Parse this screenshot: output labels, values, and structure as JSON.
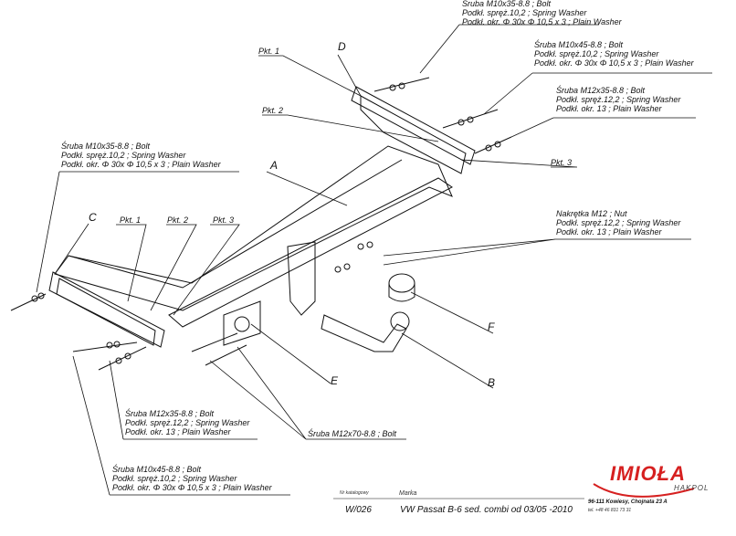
{
  "callouts": {
    "top1": [
      "Śruba M10x35-8.8 ;  Bolt",
      "Podkł. spręż.10,2 ; Spring Washer",
      "Podkł. okr. Φ 30x Φ 10,5 x 3 ; Plain Washer"
    ],
    "top2": [
      "Śruba M10x45-8.8 ;  Bolt",
      "Podkł. spręż.10,2 ; Spring Washer",
      "Podkł. okr. Φ 30x Φ 10,5 x 3 ; Plain Washer"
    ],
    "top3": [
      "Śruba M12x35-8.8 ;  Bolt",
      "Podkł. spręż.12,2 ; Spring Washer",
      "Podkł. okr. 13 ; Plain Washer"
    ],
    "left": [
      "Śruba M10x35-8.8 ;  Bolt",
      "Podkł. spręż.10,2 ; Spring Washer",
      "Podkł. okr. Φ 30x Φ 10,5 x 3 ; Plain Washer"
    ],
    "nut": [
      "Nakrętka  M12 ; Nut",
      "Podkł. spręż.12,2 ; Spring Washer",
      "Podkł. okr. 13 ; Plain Washer"
    ],
    "bottom1": [
      "Śruba M12x35-8.8 ;  Bolt",
      "Podkł. spręż.12,2 ; Spring Washer",
      "Podkł. okr. 13 ; Plain Washer"
    ],
    "bottom2": [
      "Śruba M10x45-8.8 ;  Bolt",
      "Podkł. spręż.10,2 ; Spring Washer",
      "Podkł. okr. Φ 30x Φ 10,5 x 3 ; Plain Washer"
    ],
    "long_bolt": "Śruba M12x70-8.8 ;  Bolt"
  },
  "points": {
    "pkt1_top": "Pkt. 1",
    "pkt2_top": "Pkt. 2",
    "pkt3_right": "Pkt. 3",
    "pkt1_left": "Pkt. 1",
    "pkt2_left": "Pkt. 2",
    "pkt3_left": "Pkt. 3"
  },
  "letters": {
    "A": "A",
    "B": "B",
    "C": "C",
    "D": "D",
    "E": "E",
    "F": "F"
  },
  "footer": {
    "catalog_label": "Nr katalogowy",
    "catalog_value": "W/026",
    "brand_label": "Marka",
    "brand_value": "VW Passat B-6 sed. combi  od 03/05 -2010",
    "company": "IMIOŁA",
    "company_sub": "HAKPOL",
    "address": "96-111 Kowiesy, Chojnata 23 A",
    "phone": "tel. +48 46 831 73 31"
  },
  "colors": {
    "line": "#111111",
    "brand": "#d62020"
  }
}
